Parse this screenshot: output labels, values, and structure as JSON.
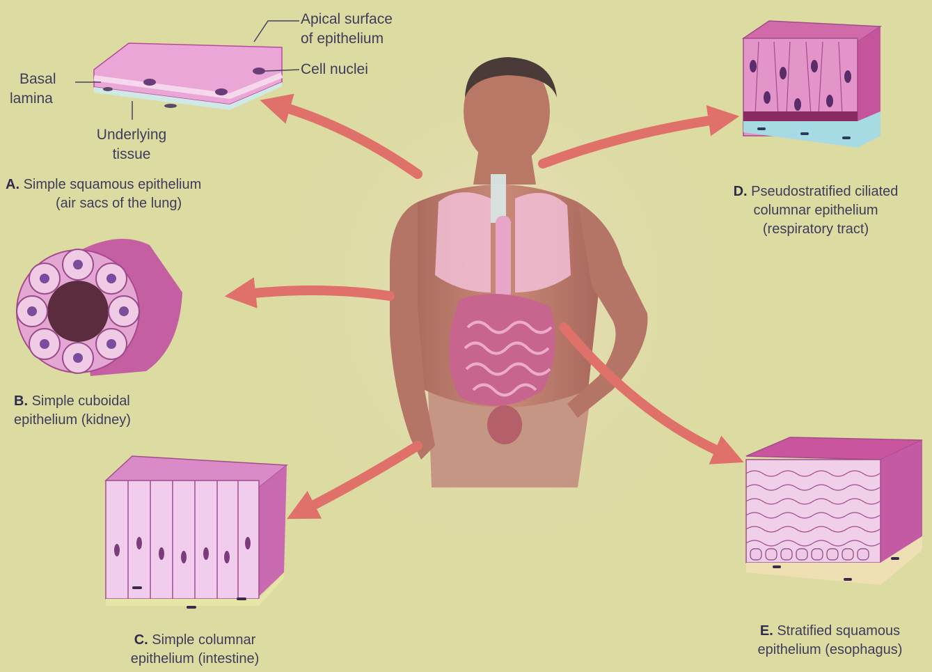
{
  "callouts": {
    "apical": "Apical surface",
    "apical2": "of epithelium",
    "nuclei": "Cell nuclei",
    "basal": "Basal",
    "basal2": "lamina",
    "underlying": "Underlying",
    "underlying2": "tissue"
  },
  "panels": {
    "a": {
      "letter": "A.",
      "name": "Simple squamous epithelium",
      "site": "(air sacs of the lung)"
    },
    "b": {
      "letter": "B.",
      "name": "Simple cuboidal",
      "site": "epithelium (kidney)"
    },
    "c": {
      "letter": "C.",
      "name": "Simple columnar",
      "site": "epithelium (intestine)"
    },
    "d": {
      "letter": "D.",
      "name": "Pseudostratified ciliated",
      "line2": "columnar epithelium",
      "site": "(respiratory tract)"
    },
    "e": {
      "letter": "E.",
      "name": "Stratified squamous",
      "site": "epithelium (esophagus)"
    }
  },
  "colors": {
    "background": "#dcdba2",
    "tissue_pink": "#e9a6d6",
    "tissue_dark": "#b74a9a",
    "nucleus": "#6a3d7a",
    "arrow": "#e0706a",
    "skin": "#b97866"
  }
}
